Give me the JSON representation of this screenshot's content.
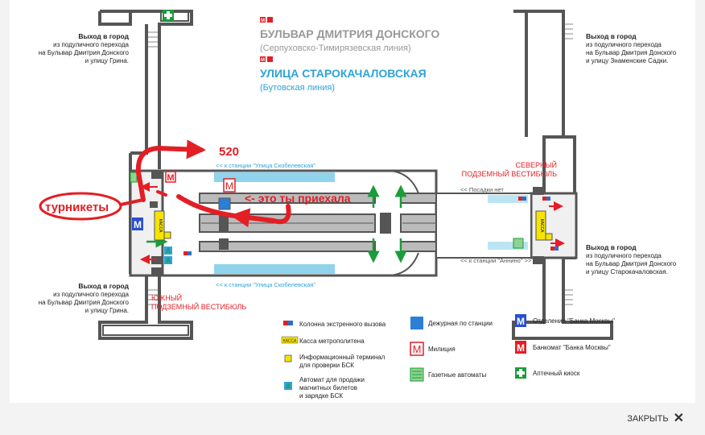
{
  "stations": [
    {
      "name": "БУЛЬВАР ДМИТРИЯ ДОНСКОГО",
      "line": "(Серпуховско-Тимирязевская линия)",
      "color": "#999999"
    },
    {
      "name": "УЛИЦА СТАРОКАЧАЛОВСКАЯ",
      "line": "(Бутовская линия)",
      "color": "#2fa3d6"
    }
  ],
  "metro_badge": "M",
  "exits": {
    "top_left": {
      "title": "Выход в город",
      "l1": "из подуличного перехода",
      "l2": "на Бульвар Дмитрия Донского",
      "l3": "и улицу Грина."
    },
    "bottom_left": {
      "title": "Выход в город",
      "l1": "из подуличного перехода",
      "l2": "на Бульвар Дмитрия Донского",
      "l3": "и улицу Грина."
    },
    "top_right": {
      "title": "Выход в город",
      "l1": "из подуличного перехода",
      "l2": "на Бульвар Дмитрия Донского",
      "l3": "и улицу Знаменские Садки."
    },
    "bottom_right": {
      "title": "Выход в город",
      "l1": "из подуличного перехода",
      "l2": "на Бульвар Дмитрия Донского",
      "l3": "и улицу Старокачаловская."
    }
  },
  "track_labels": {
    "top": "<< к станции \"Улица Скобелевская\"",
    "bottom": "<< к станции \"Улица Скобелевская\"",
    "right_top": "<< Посадки нет",
    "right_bottom": "<< к станции \"Аннино\" >>"
  },
  "vestibules": {
    "north_l1": "СЕВЕРНЫЙ",
    "north_l2": "ПОДЗЕМНЫЙ ВЕСТИБЮЛЬ",
    "south_l1": "ЮЖНЫЙ",
    "south_l2": "ПОДЗЕМНЫЙ ВЕСТИБЮЛЬ"
  },
  "annotations": {
    "number": "520",
    "you_arrived": "<- это ты приехала",
    "turnstiles": "турникеты"
  },
  "kassa_label": "КАССА",
  "legend": {
    "emergency": "Колонна экстренного вызова",
    "kassa": "Касса метрополитена",
    "terminal_l1": "Информационный терминал",
    "terminal_l2": "для проверки БСК",
    "ticket_l1": "Автомат для продажи",
    "ticket_l2": "магнитных билетов",
    "ticket_l3": "и зарядке БСК",
    "duty": "Дежурная по станции",
    "police": "Милиция",
    "newspaper": "Газетные автоматы",
    "bank_branch": "Отделение \"Банка Москвы\"",
    "atm": "Банкомат \"Банка Москвы\"",
    "pharmacy": "Аптечный киоск"
  },
  "icons": {
    "emergency": "emergency-column-icon",
    "kassa": "ticket-office-icon",
    "terminal": "info-terminal-icon",
    "ticket": "ticket-machine-icon",
    "duty": "duty-officer-icon",
    "police": "police-icon",
    "newspaper": "newspaper-machine-icon",
    "bank": "bank-branch-icon",
    "atm": "atm-icon",
    "pharmacy": "pharmacy-icon"
  },
  "colors": {
    "wall": "#555555",
    "track": "#8fd3ec",
    "annotation": "#e31e24",
    "arrow_green": "#1a9c3a",
    "station_blue": "#2fa3d6",
    "station_gray": "#999999"
  },
  "close_label": "ЗАКРЫТЬ"
}
